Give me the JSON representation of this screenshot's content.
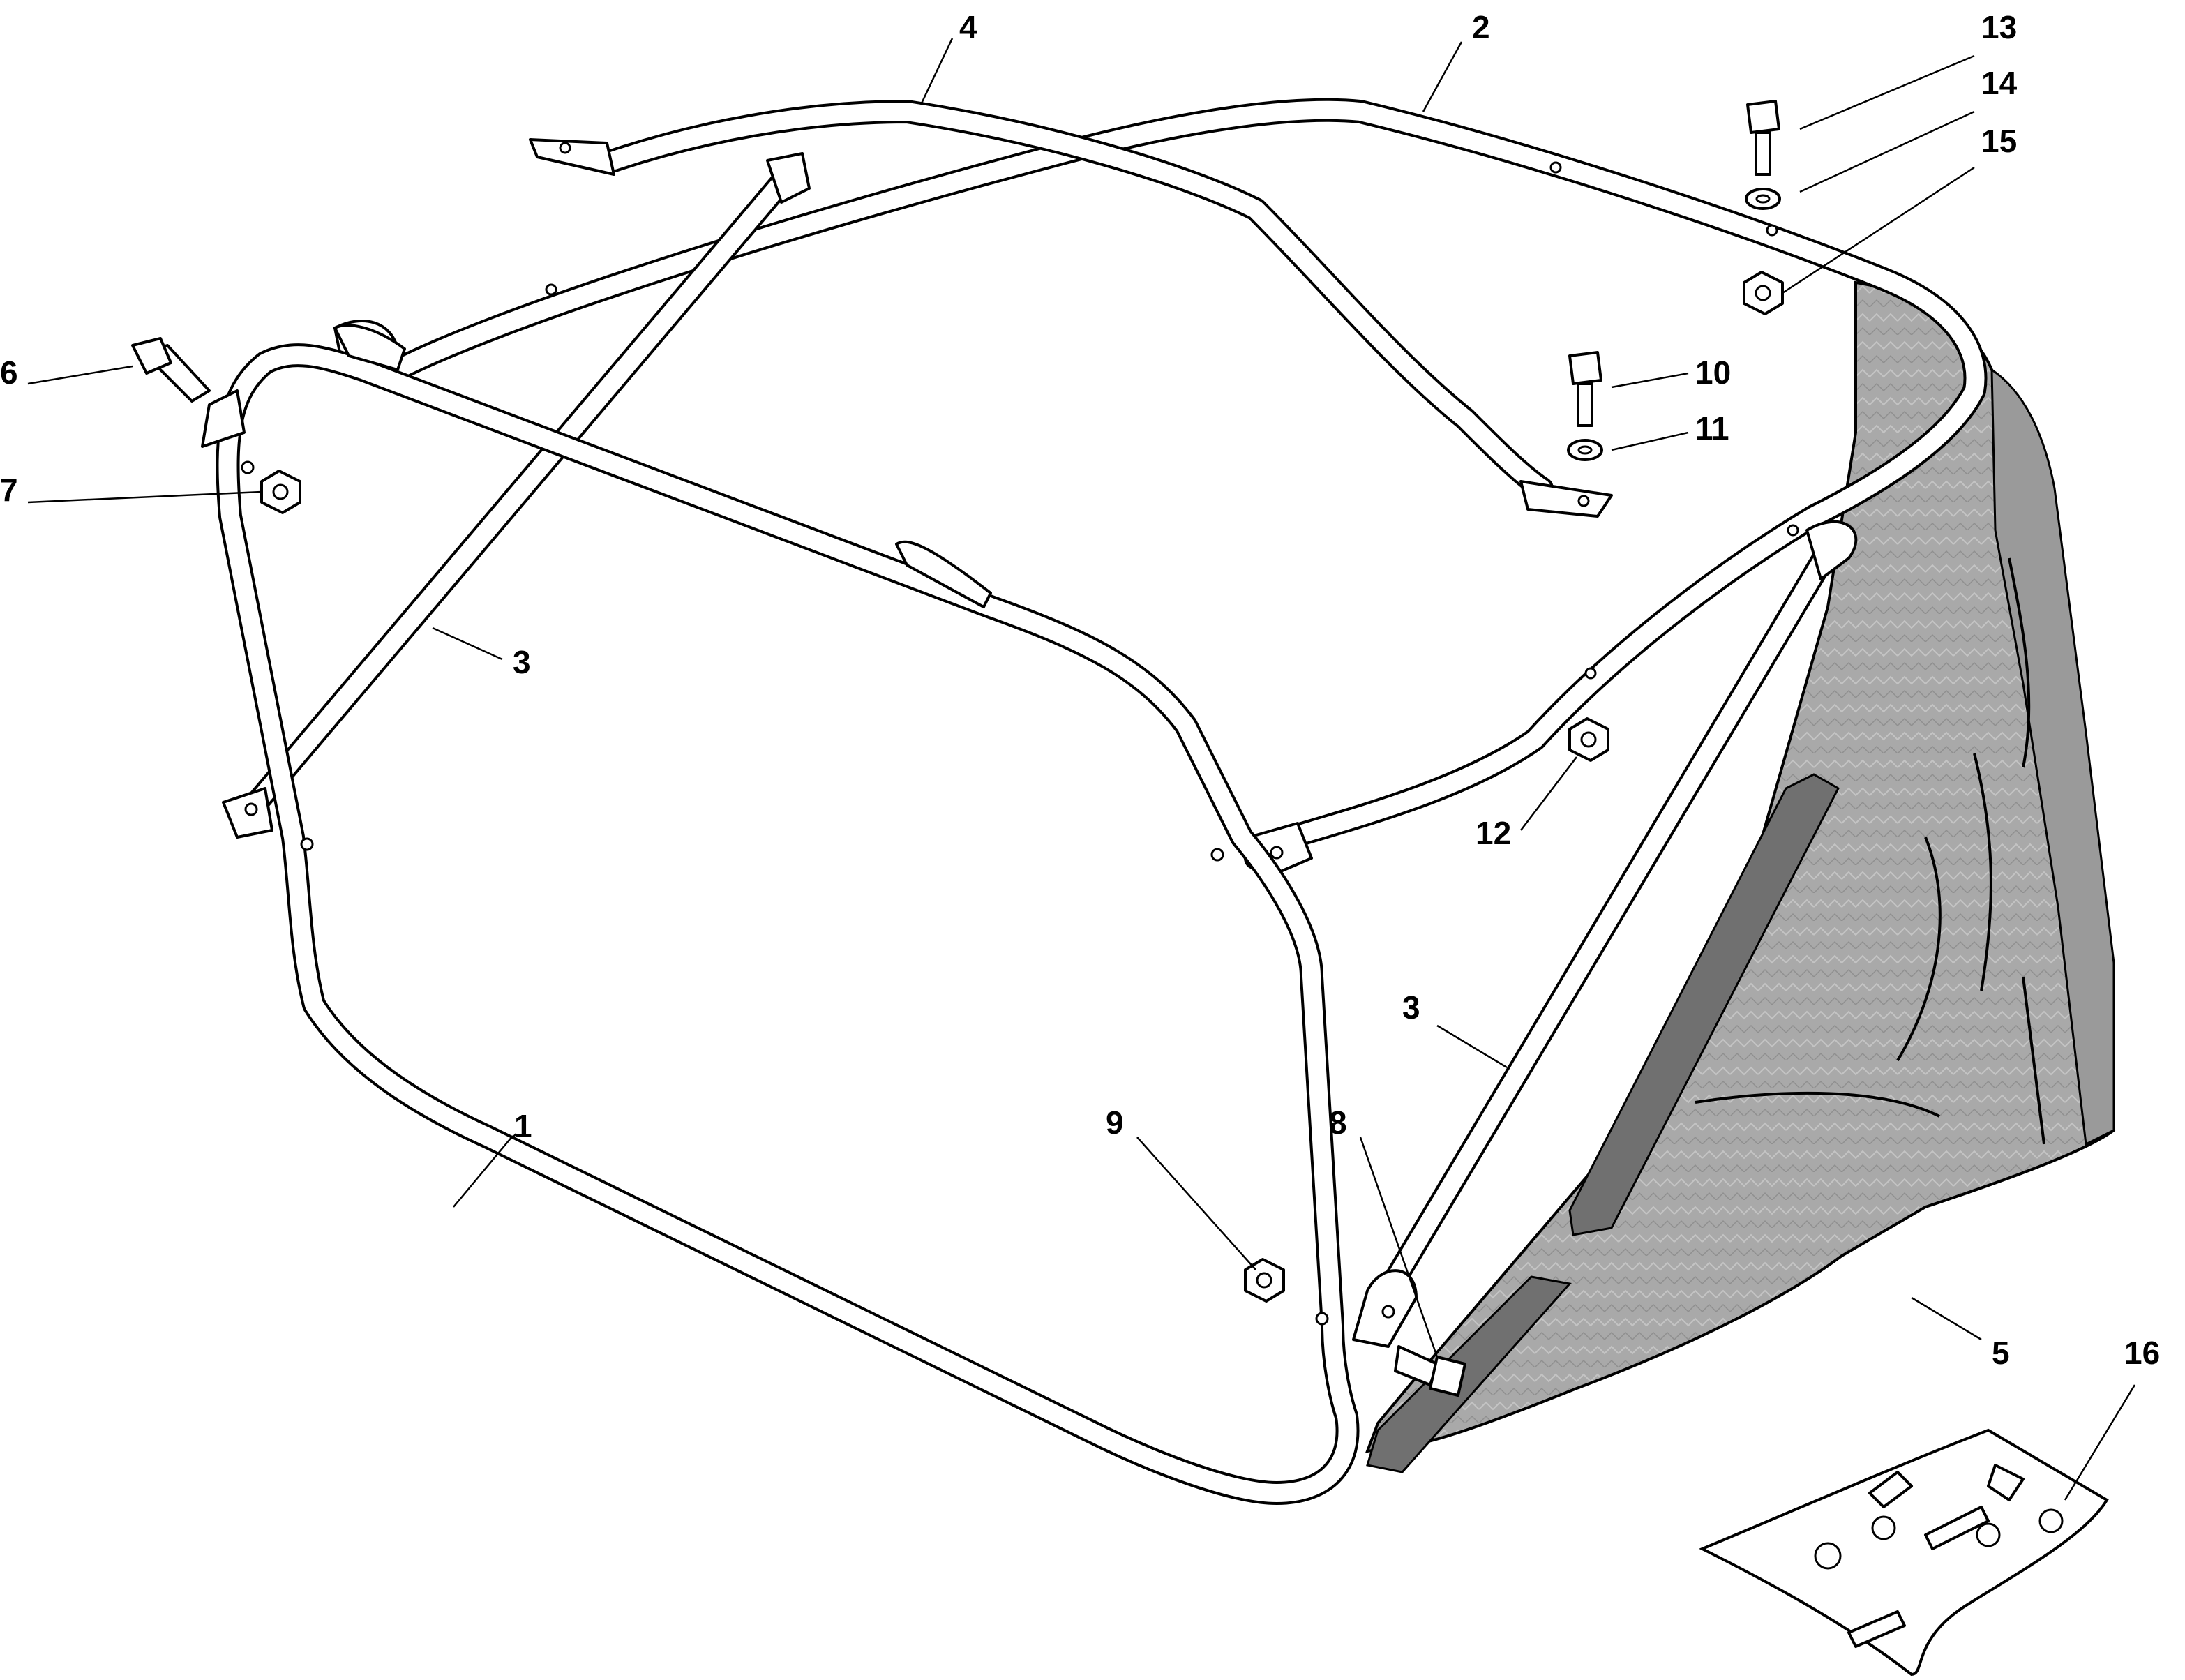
{
  "diagram": {
    "type": "exploded-parts-diagram",
    "colors": {
      "line": "#000000",
      "background": "#ffffff",
      "fabric": "#a8a8a8",
      "fabric_dark": "#7a7a7a",
      "fabric_pattern": "#bdbdbd"
    },
    "callouts": [
      {
        "id": "c1",
        "label": "1"
      },
      {
        "id": "c2",
        "label": "2"
      },
      {
        "id": "c3a",
        "label": "3"
      },
      {
        "id": "c3b",
        "label": "3"
      },
      {
        "id": "c4",
        "label": "4"
      },
      {
        "id": "c5",
        "label": "5"
      },
      {
        "id": "c6",
        "label": "6"
      },
      {
        "id": "c7",
        "label": "7"
      },
      {
        "id": "c8",
        "label": "8"
      },
      {
        "id": "c9",
        "label": "9"
      },
      {
        "id": "c10",
        "label": "10"
      },
      {
        "id": "c11",
        "label": "11"
      },
      {
        "id": "c12",
        "label": "12"
      },
      {
        "id": "c13",
        "label": "13"
      },
      {
        "id": "c14",
        "label": "14"
      },
      {
        "id": "c15",
        "label": "15"
      },
      {
        "id": "c16",
        "label": "16"
      }
    ]
  }
}
